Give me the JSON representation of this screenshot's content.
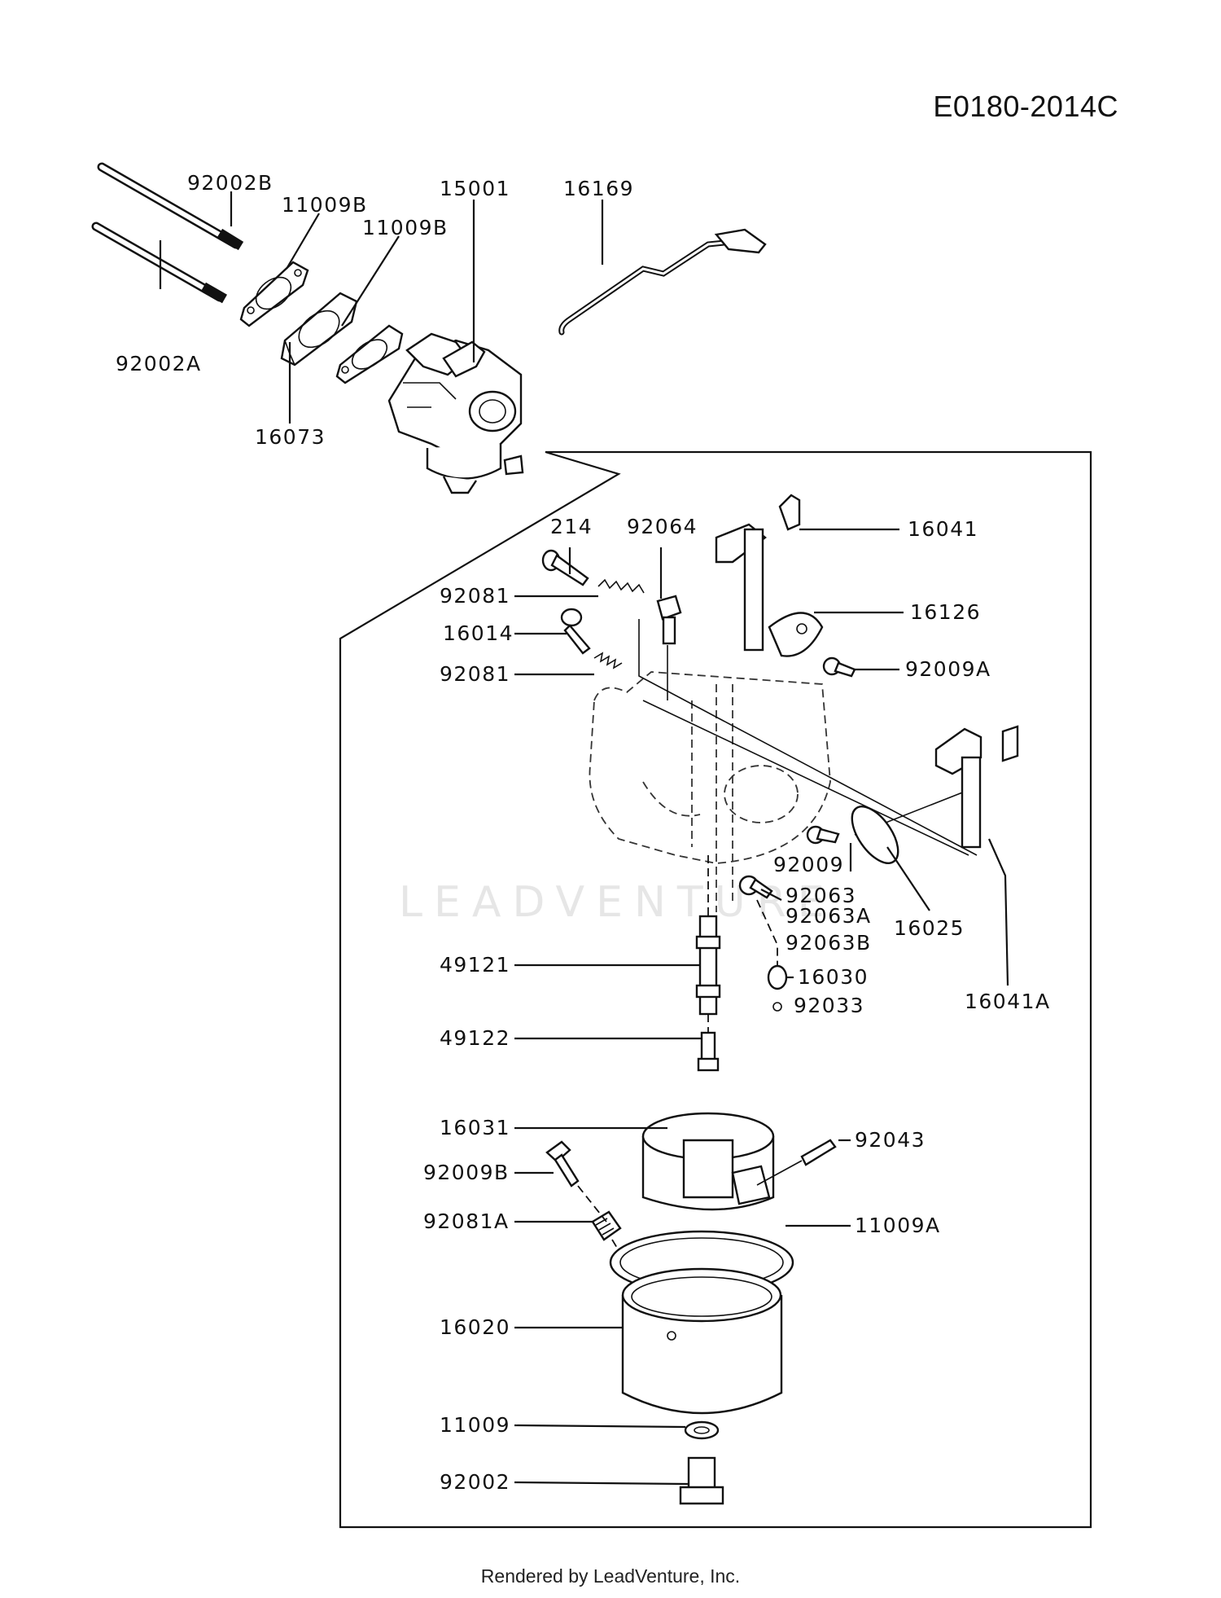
{
  "diagram": {
    "code": "E0180-2014C",
    "footer": "Rendered by LeadVenture, Inc.",
    "watermark": "LEADVENTURE",
    "labels": {
      "p92002B": "92002B",
      "p11009B_1": "11009B",
      "p15001": "15001",
      "p16169": "16169",
      "p11009B_2": "11009B",
      "p92002A": "92002A",
      "p16073": "16073",
      "p214": "214",
      "p92064": "92064",
      "p16041": "16041",
      "p92081_1": "92081",
      "p16014": "16014",
      "p16126": "16126",
      "p92081_2": "92081",
      "p92009A": "92009A",
      "p92009": "92009",
      "p92063": "92063",
      "p92063A": "92063A",
      "p92063B": "92063B",
      "p16025": "16025",
      "p49121": "49121",
      "p16030": "16030",
      "p16041A": "16041A",
      "p92033": "92033",
      "p49122": "49122",
      "p16031": "16031",
      "p92043": "92043",
      "p92009B": "92009B",
      "p92081A": "92081A",
      "p11009A": "11009A",
      "p16020": "16020",
      "p11009": "11009",
      "p92002": "92002"
    }
  }
}
